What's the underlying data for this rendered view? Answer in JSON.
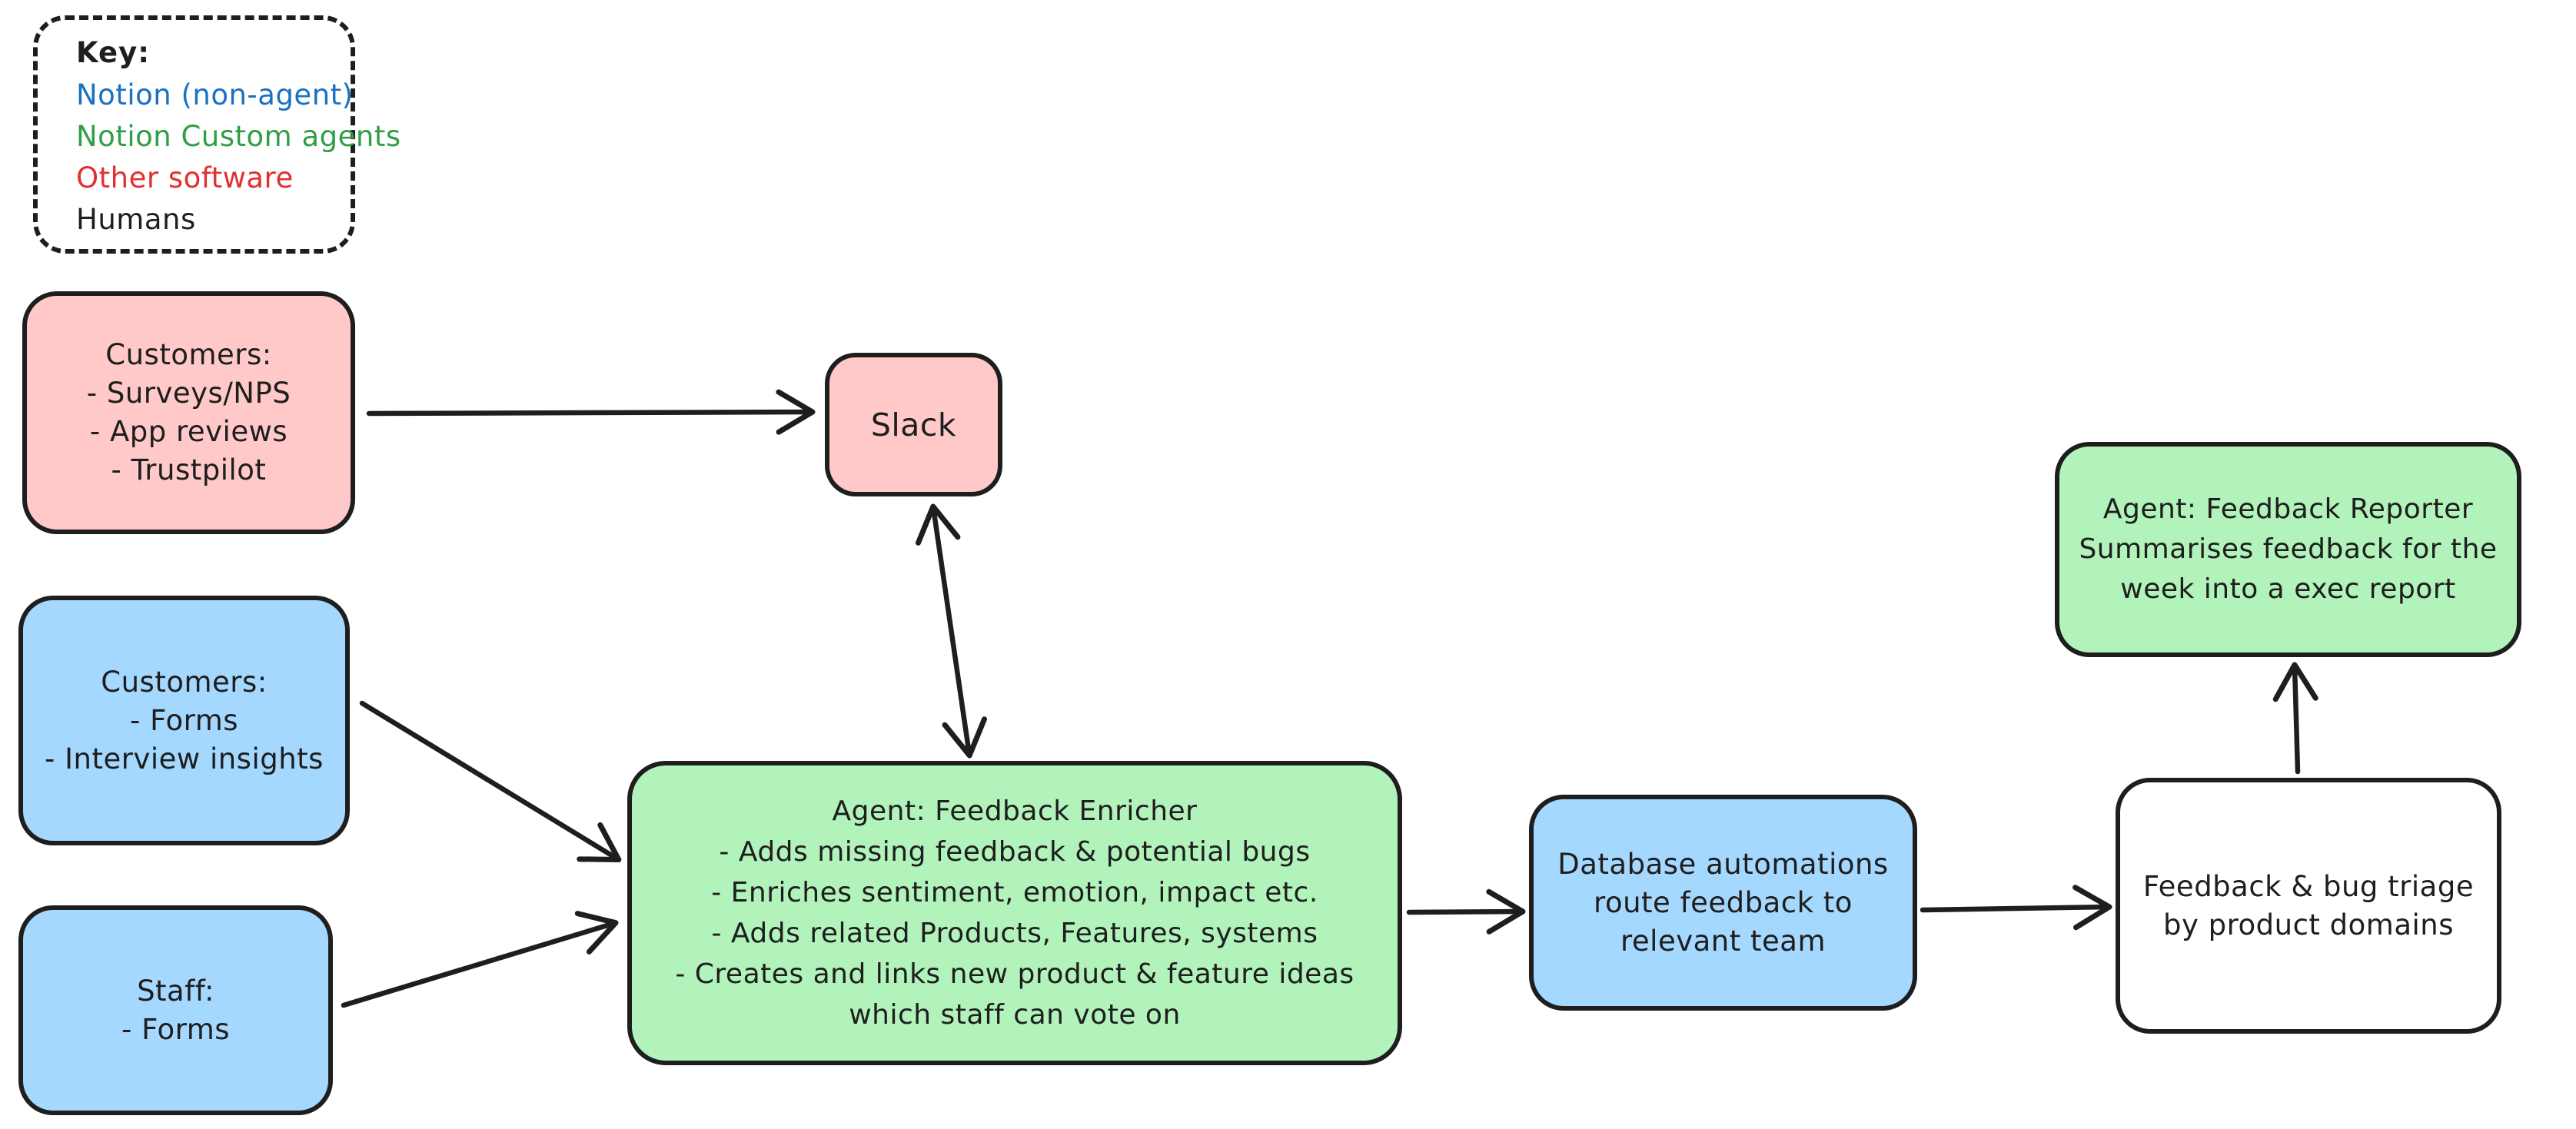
{
  "diagram": {
    "background": "#ffffff",
    "stroke_color": "#1e1e1e",
    "key": {
      "title": "Key:",
      "items": [
        {
          "label": "Notion (non-agent)",
          "color": "#1971c2"
        },
        {
          "label": "Notion Custom agents",
          "color": "#2f9e44"
        },
        {
          "label": "Other software",
          "color": "#e03131"
        },
        {
          "label": "Humans",
          "color": "#1e1e1e"
        }
      ]
    },
    "nodes": {
      "customers_sources": {
        "fill": "#ffc9c9",
        "category": "Other software",
        "lines": [
          "Customers:",
          "- Surveys/NPS",
          "- App reviews",
          "- Trustpilot"
        ]
      },
      "slack": {
        "fill": "#ffc9c9",
        "category": "Other software",
        "lines": [
          "Slack"
        ]
      },
      "customers_forms": {
        "fill": "#a5d8ff",
        "category": "Notion (non-agent)",
        "lines": [
          "Customers:",
          "- Forms",
          "- Interview insights"
        ]
      },
      "staff_forms": {
        "fill": "#a5d8ff",
        "category": "Notion (non-agent)",
        "lines": [
          "Staff:",
          "- Forms"
        ]
      },
      "feedback_enricher": {
        "fill": "#b2f2bb",
        "category": "Notion Custom agents",
        "lines": [
          "Agent: Feedback Enricher",
          "- Adds missing feedback & potential bugs",
          "- Enriches sentiment, emotion, impact etc.",
          "- Adds related Products, Features, systems",
          "- Creates and links new product & feature ideas",
          "which staff can vote on"
        ]
      },
      "database_automations": {
        "fill": "#a5d8ff",
        "category": "Notion (non-agent)",
        "lines": [
          "Database automations",
          "route feedback to",
          "relevant team"
        ]
      },
      "feedback_triage": {
        "fill": "#ffffff",
        "category": "Humans",
        "lines": [
          "Feedback & bug triage",
          "by product domains"
        ]
      },
      "feedback_reporter": {
        "fill": "#b2f2bb",
        "category": "Notion Custom agents",
        "lines": [
          "Agent: Feedback Reporter",
          "Summarises feedback for the",
          "week into a exec report"
        ]
      }
    },
    "edges": [
      {
        "from": "customers_sources",
        "to": "slack",
        "arrows": "forward"
      },
      {
        "from": "slack",
        "to": "feedback_enricher",
        "arrows": "both"
      },
      {
        "from": "customers_forms",
        "to": "feedback_enricher",
        "arrows": "forward"
      },
      {
        "from": "staff_forms",
        "to": "feedback_enricher",
        "arrows": "forward"
      },
      {
        "from": "feedback_enricher",
        "to": "database_automations",
        "arrows": "forward"
      },
      {
        "from": "database_automations",
        "to": "feedback_triage",
        "arrows": "forward"
      },
      {
        "from": "feedback_triage",
        "to": "feedback_reporter",
        "arrows": "forward"
      }
    ]
  }
}
